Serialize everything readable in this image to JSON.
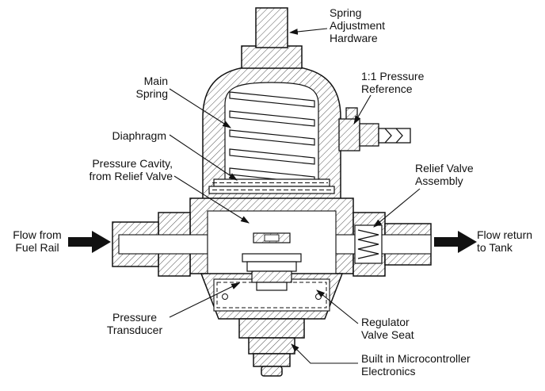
{
  "colors": {
    "ink": "#111111",
    "hatch": "#555555",
    "background": "#ffffff"
  },
  "labels": {
    "spring_adjustment": {
      "lines": [
        "Spring",
        "Adjustment",
        "Hardware"
      ]
    },
    "pressure_reference": {
      "lines": [
        "1:1 Pressure",
        "Reference"
      ]
    },
    "main_spring": {
      "lines": [
        "Main",
        "Spring"
      ]
    },
    "diaphragm": {
      "lines": [
        "Diaphragm"
      ]
    },
    "pressure_cavity": {
      "lines": [
        "Pressure Cavity,",
        "from Relief Valve"
      ]
    },
    "relief_valve": {
      "lines": [
        "Relief Valve",
        "Assembly"
      ]
    },
    "flow_from": {
      "lines": [
        "Flow from",
        "Fuel Rail"
      ]
    },
    "flow_return": {
      "lines": [
        "Flow return",
        "to Tank"
      ]
    },
    "pressure_transducer": {
      "lines": [
        "Pressure",
        "Transducer"
      ]
    },
    "regulator_valve_seat": {
      "lines": [
        "Regulator",
        "Valve Seat"
      ]
    },
    "microcontroller": {
      "lines": [
        "Built in Microcontroller",
        "Electronics"
      ]
    }
  }
}
